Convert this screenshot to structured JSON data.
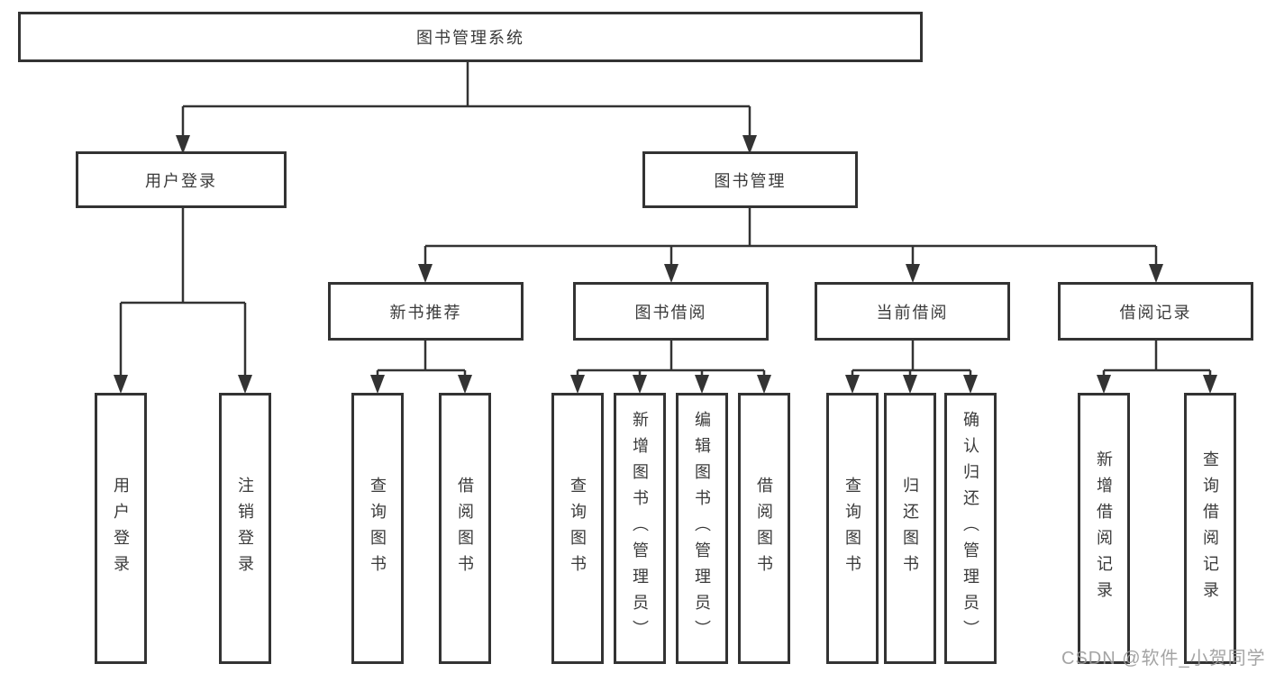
{
  "tree": {
    "label": "图书管理系统",
    "children": [
      {
        "label": "用户登录",
        "children": [
          {
            "label": "用户登录"
          },
          {
            "label": "注销登录"
          }
        ]
      },
      {
        "label": "图书管理",
        "children": [
          {
            "label": "新书推荐",
            "children": [
              {
                "label": "查询图书"
              },
              {
                "label": "借阅图书"
              }
            ]
          },
          {
            "label": "图书借阅",
            "children": [
              {
                "label": "查询图书"
              },
              {
                "label": "新增图书（管理员）"
              },
              {
                "label": "编辑图书（管理员）"
              },
              {
                "label": "借阅图书"
              }
            ]
          },
          {
            "label": "当前借阅",
            "children": [
              {
                "label": "查询图书"
              },
              {
                "label": "归还图书"
              },
              {
                "label": "确认归还（管理员）"
              }
            ]
          },
          {
            "label": "借阅记录",
            "children": [
              {
                "label": "新增借阅记录"
              },
              {
                "label": "查询借阅记录"
              }
            ]
          }
        ]
      }
    ]
  },
  "watermark": {
    "text": "CSDN @软件_小贺同学"
  },
  "colors": {
    "line": "#333333",
    "border": "#333333",
    "text": "#3a3a3a",
    "watermark_text": "#9b9b9b",
    "background": "#ffffff"
  }
}
